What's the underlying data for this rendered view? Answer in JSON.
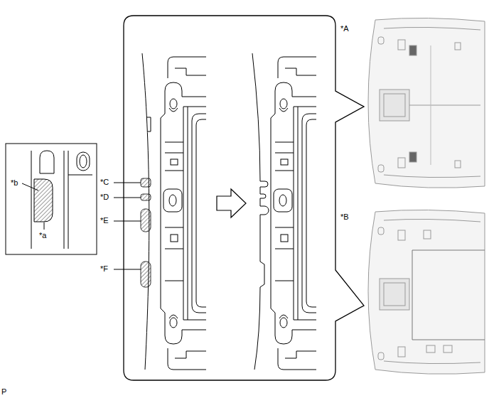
{
  "diagram": {
    "labels": [
      "*b",
      "*a",
      "*C",
      "*D",
      "*E",
      "*F",
      "*A",
      "*B",
      "P"
    ]
  }
}
